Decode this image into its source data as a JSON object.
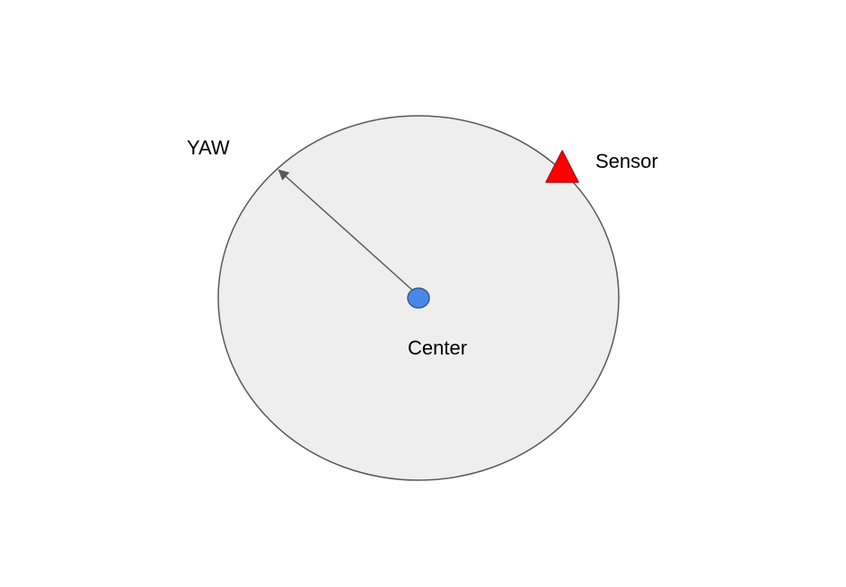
{
  "labels": {
    "yaw": "YAW",
    "sensor": "Sensor",
    "center": "Center"
  },
  "colors": {
    "background": "#ffffff",
    "disc_fill": "#eeeeee",
    "disc_stroke": "#595959",
    "arrow": "#595959",
    "center_dot_fill": "#4a86e8",
    "center_dot_stroke": "#3d5a8a",
    "sensor_fill": "#ff0000",
    "sensor_stroke": "#b31212"
  },
  "shapes": {
    "disc": "ellipse",
    "center_marker": "circle",
    "sensor_marker": "triangle",
    "yaw_indicator": "arrow"
  }
}
